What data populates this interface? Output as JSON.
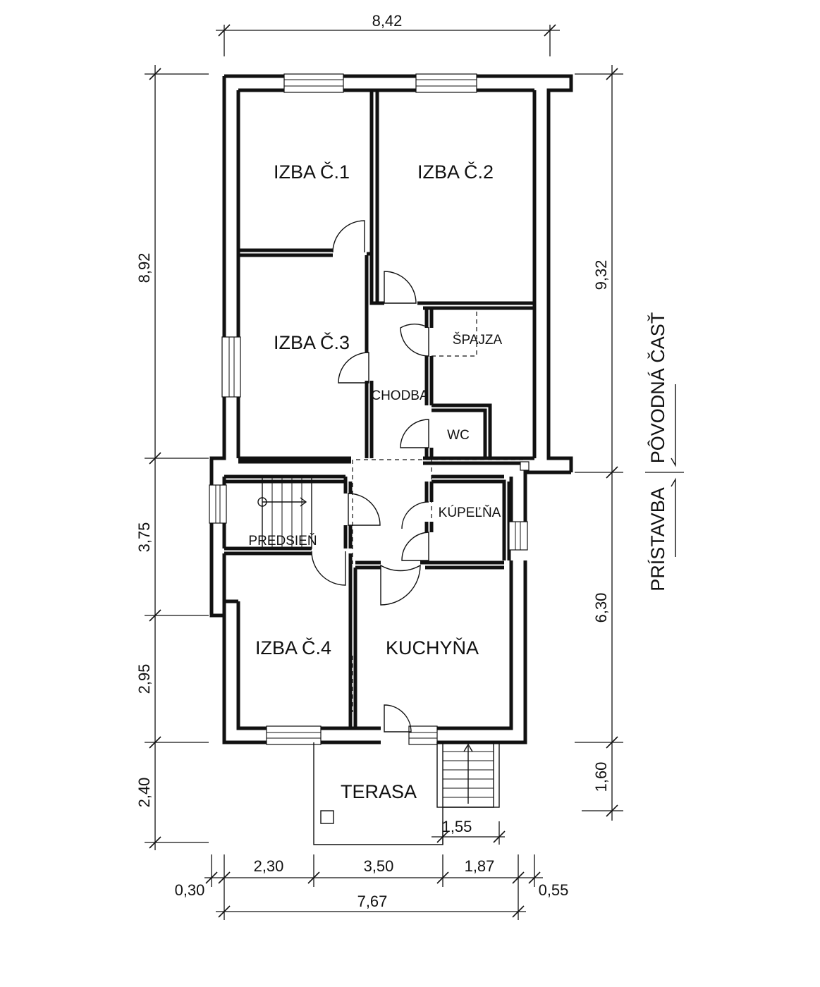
{
  "rooms": {
    "izba1": "IZBA Č.1",
    "izba2": "IZBA Č.2",
    "izba3": "IZBA Č.3",
    "izba4": "IZBA Č.4",
    "spajza": "ŠPAJZA",
    "chodba": "CHODBA",
    "wc": "WC",
    "kupelna": "KÚPEĽŇA",
    "predsien": "PREDSIEŇ",
    "kuchyna": "KUCHYŇA",
    "terasa": "TERASA"
  },
  "sections": {
    "original": "PÔVODNÁ ČASŤ",
    "extension": "PRÍSTAVBA"
  },
  "dimensions": {
    "top_width": "8,42",
    "left_upper": "8,92",
    "left_middle": "3,75",
    "left_lower": "2,95",
    "left_bottom": "2,40",
    "right_upper": "9,32",
    "right_lower": "6,30",
    "right_bottom": "1,60",
    "stairs_width": "1,55",
    "bottom_offset_left": "0,30",
    "bottom_seg1": "2,30",
    "bottom_seg2": "3,50",
    "bottom_seg3": "1,87",
    "bottom_offset_right": "0,55",
    "bottom_total": "7,67"
  }
}
